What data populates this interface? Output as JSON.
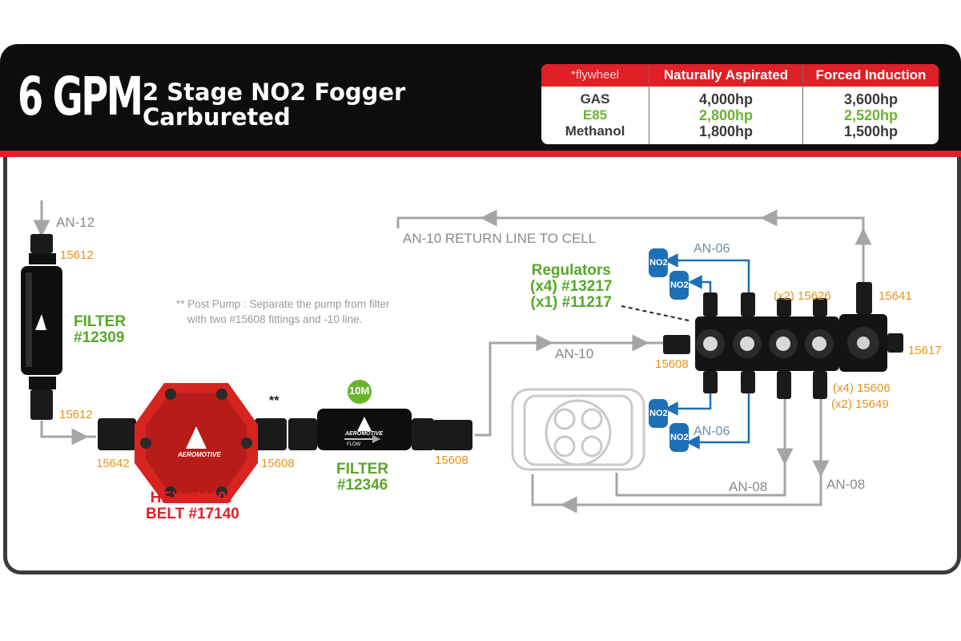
{
  "header": {
    "gpm": "6 GPM",
    "title_line1": "2 Stage NO2 Fogger",
    "title_line2": "Carbureted"
  },
  "hp_table": {
    "col_label_header": "*flywheel",
    "fuels": [
      "GAS",
      "E85",
      "Methanol"
    ],
    "columns": [
      {
        "header": "Naturally Aspirated",
        "values": [
          "4,000hp",
          "2,800hp",
          "1,800hp"
        ]
      },
      {
        "header": "Forced Induction",
        "values": [
          "3,600hp",
          "2,520hp",
          "1,500hp"
        ]
      }
    ]
  },
  "lines": {
    "an12": "AN-12",
    "return_line": "AN-10 RETURN LINE TO CELL",
    "an10": "AN-10",
    "an06_top": "AN-06",
    "an06_bottom": "AN-06",
    "an08_left": "AN-08",
    "an08_right": "AN-08"
  },
  "parts": {
    "p15612_top": "15612",
    "p15612_bottom": "15612",
    "p15642": "15642",
    "p15608_a": "15608",
    "p15608_b": "15608",
    "p15608_c": "15608",
    "p15626": "(x2) 15626",
    "p15641": "15641",
    "p15617": "15617",
    "p15606": "(x4) 15606",
    "p15649": "(x2) 15649"
  },
  "callouts": {
    "filter1_line1": "FILTER",
    "filter1_line2": "#12309",
    "filter2_line1": "FILTER",
    "filter2_line2": "#12346",
    "pump_line1": "HEX #11107",
    "pump_line2": "BELT #17140",
    "reg_line1": "Regulators",
    "reg_line2": "(x4) #13217",
    "reg_line3": "(x1) #11217",
    "micron_badge": "10M",
    "double_star": "**",
    "note_line1": "** Post Pump : Separate the pump from filter",
    "note_line2": "with two #15608 fittings and -10 line.",
    "bottle_label": "NO2",
    "brand": "AEROMOTIVE",
    "flow_label": "FLOW"
  },
  "colors": {
    "accent_red": "#e02027",
    "green": "#58a72b",
    "orange": "#e8931a",
    "line_gray": "#a5a5a5",
    "nitrous_blue": "#1d6fb8"
  }
}
